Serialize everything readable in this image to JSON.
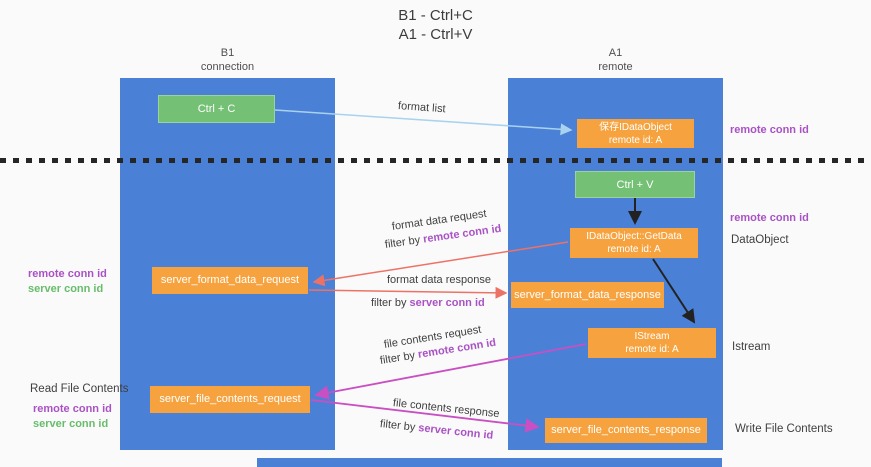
{
  "title": {
    "line1": "B1 - Ctrl+C",
    "line2": "A1 - Ctrl+V"
  },
  "lanes": {
    "left": {
      "title": "B1",
      "subtitle": "connection"
    },
    "right": {
      "title": "A1",
      "subtitle": "remote"
    }
  },
  "nodes": {
    "ctrl_c": {
      "label": "Ctrl + C"
    },
    "save_dataobject": {
      "line1": "保存IDataObject",
      "line2": "remote id: A"
    },
    "ctrl_v": {
      "label": "Ctrl + V"
    },
    "getdata": {
      "line1": "IDataObject::GetData",
      "line2": "remote id: A"
    },
    "format_request": {
      "label": "server_format_data_request"
    },
    "format_response": {
      "label": "server_format_data_response"
    },
    "istream": {
      "line1": "IStream",
      "line2": "remote id: A"
    },
    "file_request": {
      "label": "server_file_contents_request"
    },
    "file_response": {
      "label": "server_file_contents_response"
    }
  },
  "edge_labels": {
    "format_list": "format list",
    "format_data_request": "format data request",
    "format_data_response": "format data response",
    "file_contents_request": "file contents request",
    "file_contents_response": "file contents response",
    "filter_by": "filter by",
    "remote_conn_id": "remote conn id",
    "server_conn_id": "server conn id"
  },
  "side_labels": {
    "remote_conn_id_top": "remote conn id",
    "remote_conn_id_mid": "remote conn id",
    "dataobject": "DataObject",
    "istream": "Istream",
    "write_file_contents": "Write File Contents",
    "read_file_contents": "Read File Contents",
    "left_remote_conn_id": "remote conn id",
    "left_server_conn_id": "server conn id",
    "left_remote_conn_id_2": "remote conn id",
    "left_server_conn_id_2": "server conn id"
  },
  "colors": {
    "lane_blue": "#4b80d7",
    "box_orange": "#f6a33f",
    "box_green": "#74c175",
    "label_purple": "#aa52c5",
    "label_green": "#67bd6b",
    "arrow_salmon": "#ed7266",
    "arrow_magenta": "#c94fc2",
    "arrow_lightblue": "#a9d2ef",
    "arrow_black": "#222222"
  }
}
